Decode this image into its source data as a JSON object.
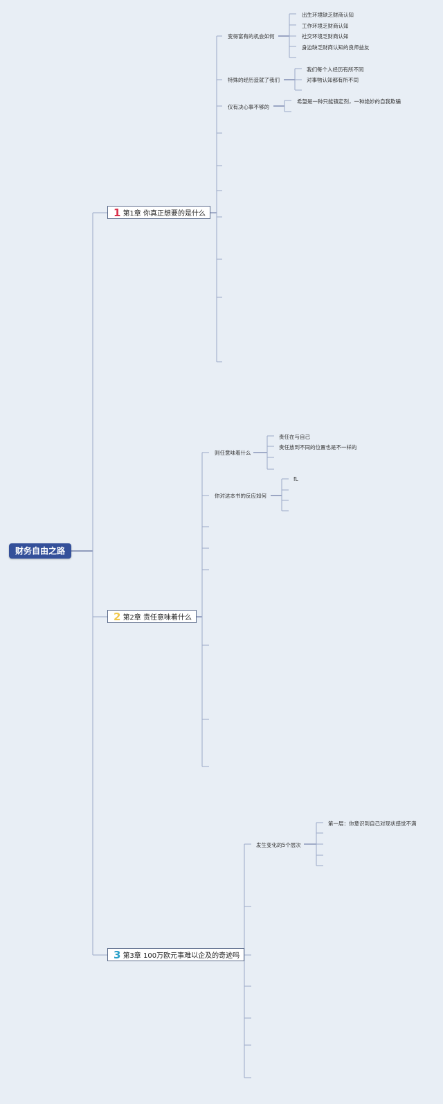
{
  "root": {
    "label": "财务自由之路"
  },
  "chapters": [
    {
      "num": "1",
      "num_color": "#d9304a",
      "title": "第1章 你真正想要的是什么",
      "topics": [
        {
          "label": "变得富有的机会如何",
          "children": [
            "出生环境缺乏财商认知",
            "工作环境乏财商认知",
            "社交环境乏财商认知",
            "身边缺乏财商认知的良师益友",
            ""
          ]
        },
        {
          "label": "特殊的经历造就了我们",
          "children": [
            "我们每个人经历有所不同",
            "对事物认知都有所不同",
            ""
          ]
        },
        {
          "label": "仅有决心事不够的",
          "children": [
            "希望是一种只能镇定剂，一种绝妙的自我欺骗",
            ""
          ]
        }
      ]
    },
    {
      "num": "2",
      "num_color": "#f2c84b",
      "title": "第2章 责任意味着什么",
      "topics": [
        {
          "label": "则任意味着什么",
          "children": [
            "责任在与自己",
            "责任放到不同的位置也是不一样的",
            "",
            ""
          ]
        },
        {
          "label": "你对这本书的反应如何",
          "children": [
            "fL",
            "",
            "",
            ""
          ]
        }
      ]
    },
    {
      "num": "3",
      "num_color": "#2aa0c8",
      "title": "第3章 100万欧元事难以企及的奇迹吗",
      "topics": [
        {
          "label": "发生变化的5个层次",
          "children": [
            "第一层：你意识到自己对现状感觉不满",
            "",
            "",
            "",
            ""
          ]
        }
      ]
    }
  ],
  "colors": {
    "root_bg": "#34509a",
    "line": "#5a6a9a",
    "background": "#e8eef5"
  }
}
